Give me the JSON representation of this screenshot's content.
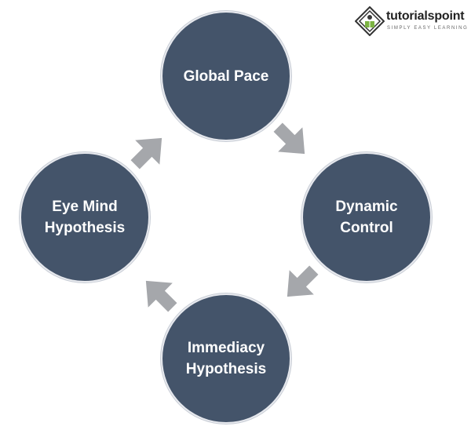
{
  "logo": {
    "brand": "tutorialspoint",
    "tagline": "SIMPLY EASY LEARNING"
  },
  "diagram": {
    "nodes": [
      {
        "label": "Global Pace"
      },
      {
        "label": "Dynamic\nControl"
      },
      {
        "label": "Immediacy\nHypothesis"
      },
      {
        "label": "Eye Mind\nHypothesis"
      }
    ],
    "colors": {
      "node_fill": "#44546a",
      "node_text": "#ffffff",
      "arrow": "#a5a7ab"
    },
    "flow": "clockwise"
  }
}
